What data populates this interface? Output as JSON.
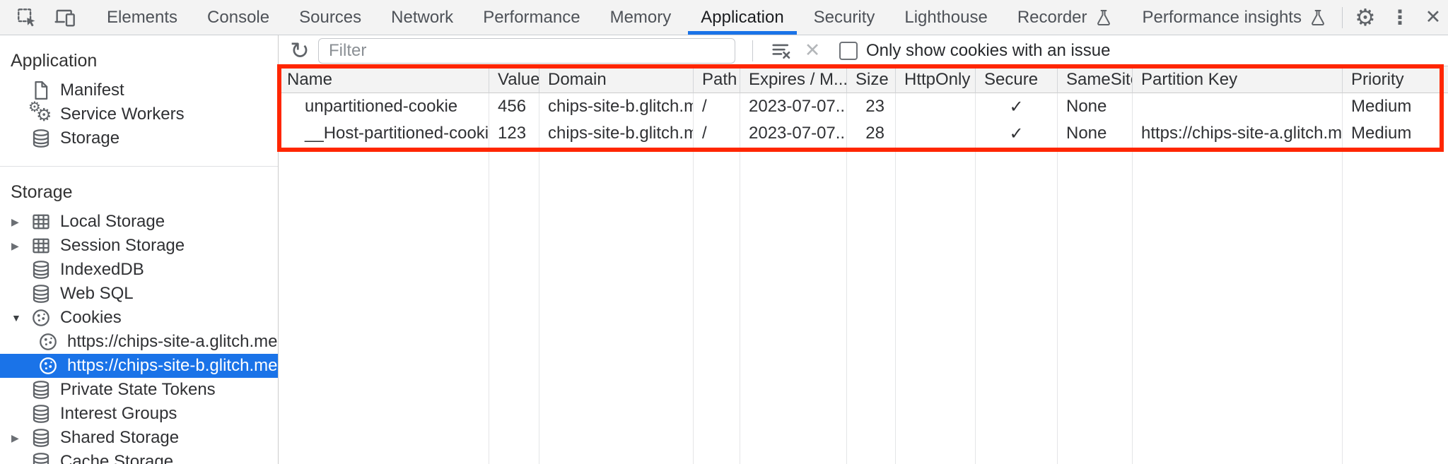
{
  "colors": {
    "accent": "#1a73e8",
    "highlight_red": "#ff2600",
    "tab_bar_bg": "#f3f3f3",
    "row_stripe": "#f1f3f4"
  },
  "icons": {
    "gear": "⚙",
    "kebab": "⋮",
    "close": "✕",
    "refresh": "↻",
    "triangle_collapsed": "▶",
    "triangle_expanded": "▼",
    "check": "✓",
    "gear_small": "⚙",
    "gear_large": "⚙"
  },
  "tabs": {
    "items": [
      {
        "label": "Elements"
      },
      {
        "label": "Console"
      },
      {
        "label": "Sources"
      },
      {
        "label": "Network"
      },
      {
        "label": "Performance"
      },
      {
        "label": "Memory"
      },
      {
        "label": "Application"
      },
      {
        "label": "Security"
      },
      {
        "label": "Lighthouse"
      },
      {
        "label": "Recorder"
      },
      {
        "label": "Performance insights"
      }
    ],
    "active": "Application"
  },
  "sidebar": {
    "sections": [
      {
        "title": "Application",
        "items": [
          {
            "label": "Manifest"
          },
          {
            "label": "Service Workers"
          },
          {
            "label": "Storage"
          }
        ]
      },
      {
        "title": "Storage",
        "items": [
          {
            "label": "Local Storage"
          },
          {
            "label": "Session Storage"
          },
          {
            "label": "IndexedDB"
          },
          {
            "label": "Web SQL"
          },
          {
            "label": "Cookies"
          },
          {
            "label": "https://chips-site-a.glitch.me"
          },
          {
            "label": "https://chips-site-b.glitch.me",
            "selected": true
          },
          {
            "label": "Private State Tokens"
          },
          {
            "label": "Interest Groups"
          },
          {
            "label": "Shared Storage"
          },
          {
            "label": "Cache Storage"
          }
        ]
      }
    ]
  },
  "toolbar": {
    "filter_placeholder": "Filter",
    "only_issues_label": "Only show cookies with an issue",
    "checkbox_checked": false
  },
  "table": {
    "columns": [
      "Name",
      "Value",
      "Domain",
      "Path",
      "Expires / M...",
      "Size",
      "HttpOnly",
      "Secure",
      "SameSite",
      "Partition Key",
      "Priority"
    ],
    "rows": [
      {
        "cells": [
          "unpartitioned-cookie",
          "456",
          "chips-site-b.glitch.me",
          "/",
          "2023-07-07...",
          "23",
          "",
          "✓",
          "None",
          "",
          "Medium"
        ]
      },
      {
        "cells": [
          "__Host-partitioned-cookie",
          "123",
          "chips-site-b.glitch.me",
          "/",
          "2023-07-07...",
          "28",
          "",
          "✓",
          "None",
          "https://chips-site-a.glitch.me",
          "Medium"
        ]
      }
    ]
  }
}
